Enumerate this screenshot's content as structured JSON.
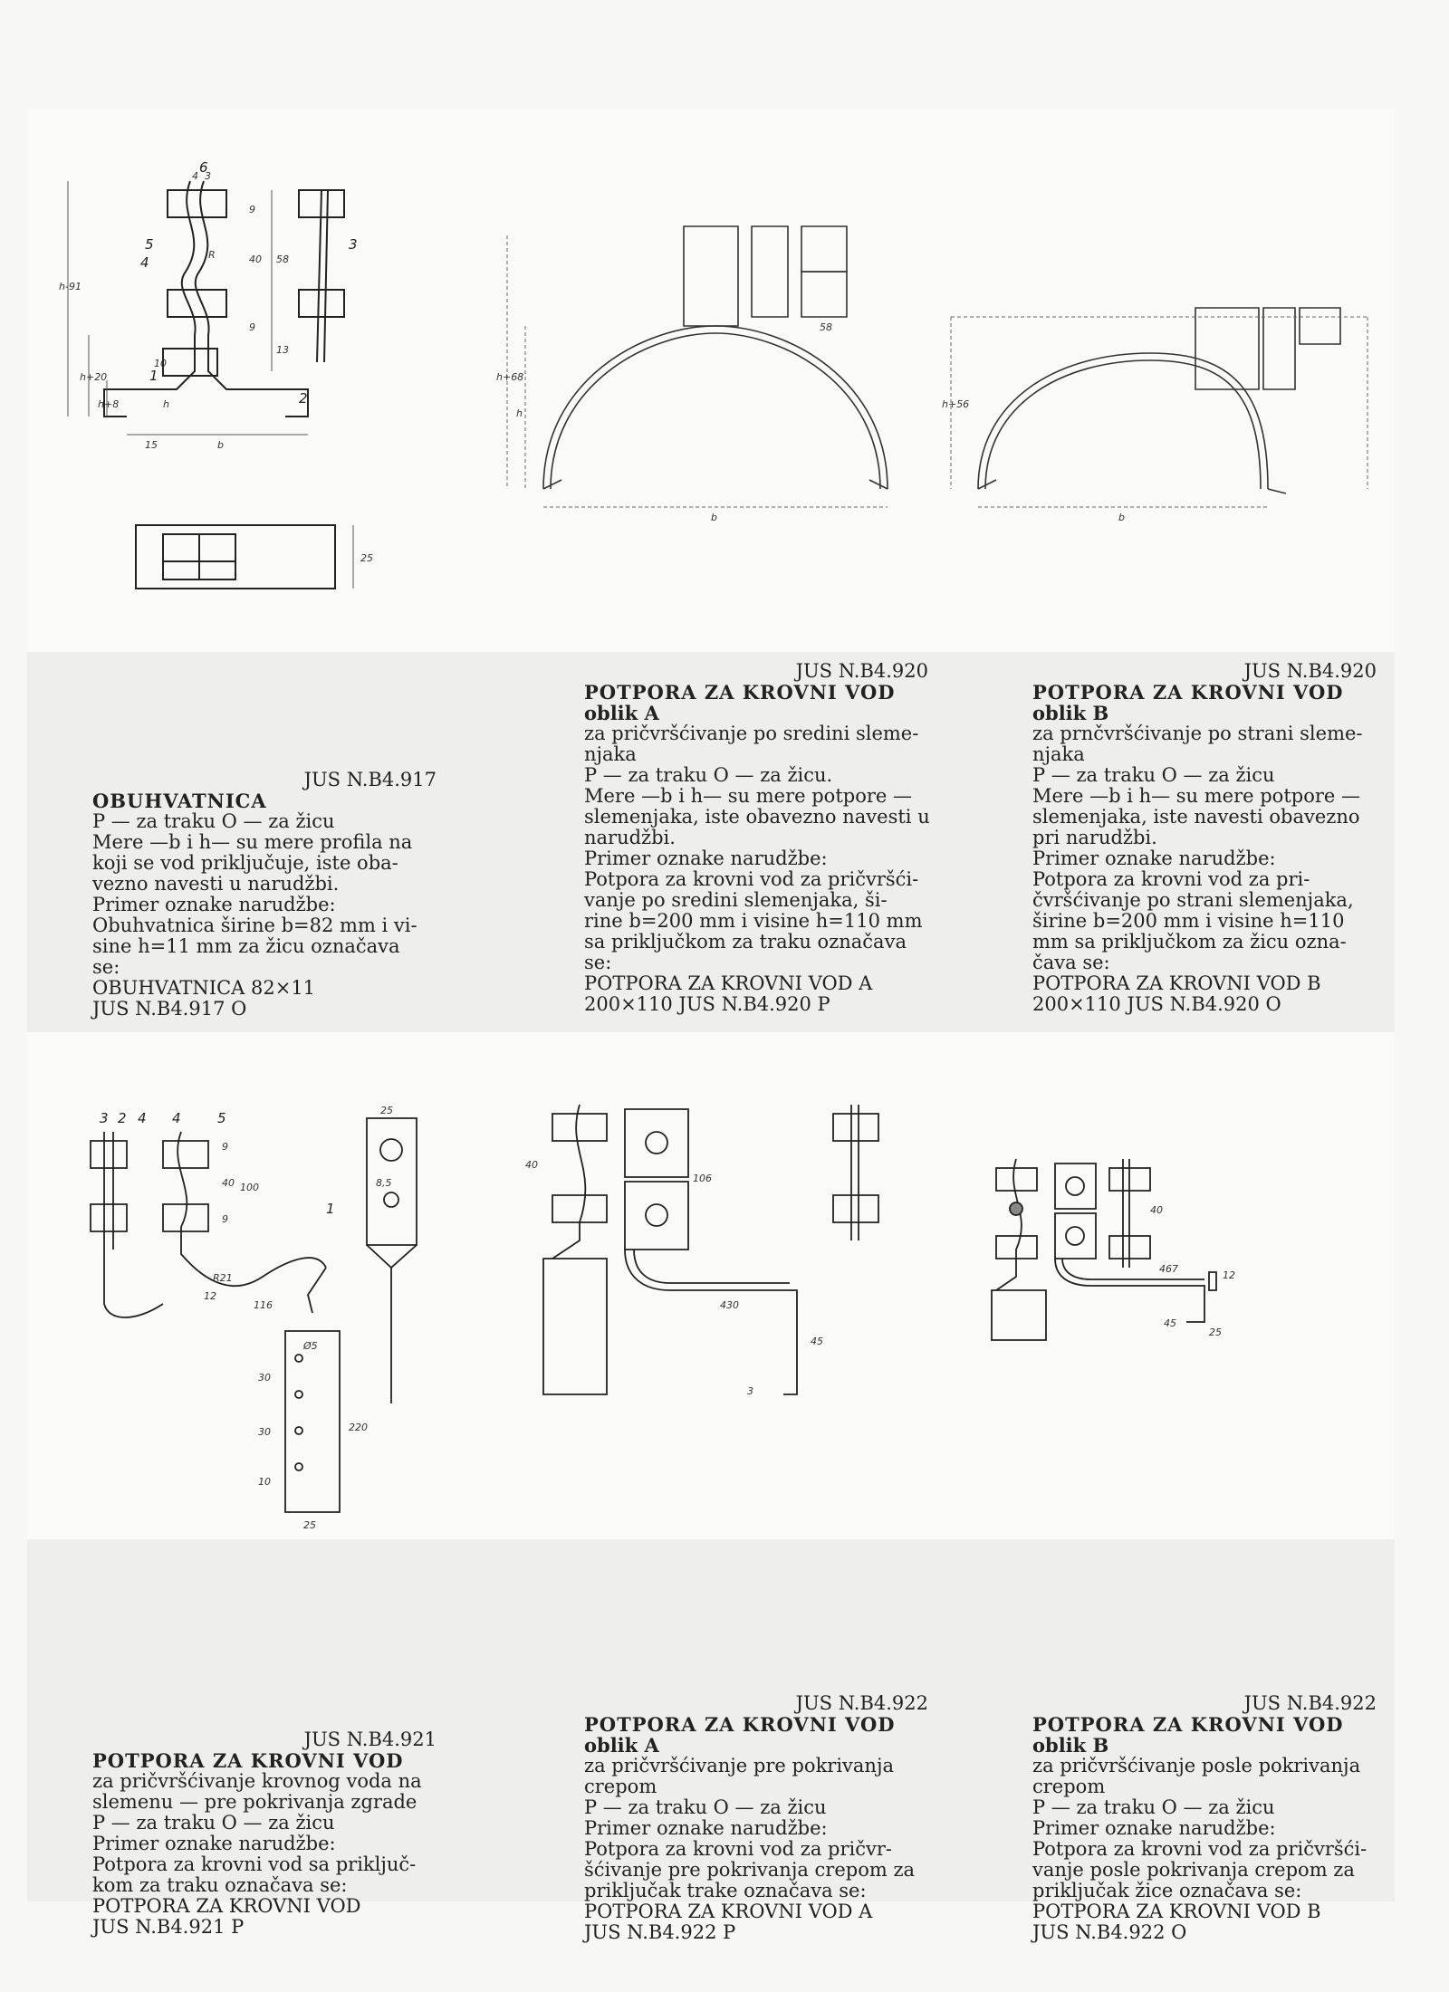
{
  "panels": [
    {
      "code": "JUS N.B4.917",
      "title": "OBUHVATNICA",
      "subtitle": "",
      "lines": [
        "P — za traku O — za žicu",
        "Mere —b i h— su mere profila na",
        "koji se vod priključuje, iste oba-",
        "vezno navesti u narudžbi.",
        "Primer oznake narudžbe:",
        "Obuhvatnica širine b=82 mm i vi-",
        "sine h=11 mm za žicu označava",
        "se:",
        "OBUHVATNICA 82×11",
        "JUS N.B4.917 O"
      ],
      "drawing": {
        "labels": [
          "1",
          "2",
          "3",
          "4",
          "5",
          "6"
        ],
        "dims": [
          "h-91",
          "h+20",
          "h+8",
          "h",
          "15",
          "b",
          "10",
          "13",
          "9",
          "40",
          "58",
          "9",
          "R",
          "25",
          "4",
          "3"
        ]
      }
    },
    {
      "code": "JUS N.B4.920",
      "title": "POTPORA ZA KROVNI VOD",
      "subtitle": "oblik A",
      "lines": [
        "za pričvršćivanje po sredini sleme-",
        "njaka",
        "P — za traku O — za žicu.",
        "Mere —b i h— su mere potpore —",
        "slemenjaka, iste obavezno navesti u",
        "narudžbi.",
        "Primer oznake narudžbe:",
        "Potpora za krovni vod za pričvršći-",
        "vanje po sredini slemenjaka, ši-",
        "rine b=200 mm i visine h=110 mm",
        "sa priključkom za traku označava",
        "se:",
        "POTPORA ZA KROVNI VOD A",
        "200×110 JUS N.B4.920 P"
      ],
      "drawing": {
        "dims": [
          "h+68",
          "h",
          "b",
          "58"
        ]
      }
    },
    {
      "code": "JUS N.B4.920",
      "title": "POTPORA ZA KROVNI VOD",
      "subtitle": "oblik B",
      "lines": [
        "za prnčvršćivanje po strani sleme-",
        "njaka",
        "P — za traku O — za žicu",
        "Mere —b i h— su mere potpore —",
        "slemenjaka, iste navesti obavezno",
        "pri narudžbi.",
        "Primer oznake narudžbe:",
        "Potpora za krovni vod za pri-",
        "čvršćivanje po strani slemenjaka,",
        "širine b=200 mm i visine h=110",
        "mm sa priključkom za žicu ozna-",
        "čava se:",
        "POTPORA ZA KROVNI VOD B",
        "200×110 JUS N.B4.920 O"
      ],
      "drawing": {
        "dims": [
          "h+56",
          "b"
        ]
      }
    },
    {
      "code": "JUS N.B4.921",
      "title": "POTPORA ZA KROVNI VOD",
      "subtitle": "",
      "lines": [
        "za pričvršćivanje krovnog voda na",
        "slemenu — pre pokrivanja zgrade",
        "P — za traku O — za žicu",
        "Primer oznake narudžbe:",
        "Potpora za krovni vod sa priključ-",
        "kom za traku označava se:",
        "POTPORA ZA KROVNI VOD",
        "JUS N.B4.921 P"
      ],
      "drawing": {
        "labels": [
          "3",
          "2",
          "4",
          "4",
          "5",
          "1"
        ],
        "dims": [
          "25",
          "8,5",
          "9",
          "40",
          "9",
          "100",
          "R21",
          "116",
          "12",
          "Ø5",
          "30",
          "30",
          "10",
          "220",
          "25"
        ]
      }
    },
    {
      "code": "JUS N.B4.922",
      "title": "POTPORA ZA KROVNI VOD",
      "subtitle": "oblik A",
      "lines": [
        "za pričvršćivanje pre pokrivanja",
        "crepom",
        "P — za traku O — za žicu",
        "Primer oznake narudžbe:",
        "Potpora za krovni vod za pričvr-",
        "šćivanje pre pokrivanja crepom za",
        "priključak trake označava se:",
        "POTPORA ZA KROVNI VOD A",
        "JUS N.B4.922 P"
      ],
      "drawing": {
        "dims": [
          "40",
          "106",
          "430",
          "45",
          "3"
        ]
      }
    },
    {
      "code": "JUS N.B4.922",
      "title": "POTPORA ZA KROVNI VOD",
      "subtitle": "oblik B",
      "lines": [
        "za pričvršćivanje posle pokrivanja",
        "crepom",
        "P — za traku O — za žicu",
        "Primer oznake narudžbe:",
        "Potpora za krovni vod za pričvršći-",
        "vanje posle pokrivanja crepom za",
        "priključak žice označava se:",
        "POTPORA ZA KROVNI VOD B",
        "JUS N.B4.922 O"
      ],
      "drawing": {
        "dims": [
          "40",
          "467",
          "12",
          "45",
          "25"
        ]
      }
    }
  ]
}
